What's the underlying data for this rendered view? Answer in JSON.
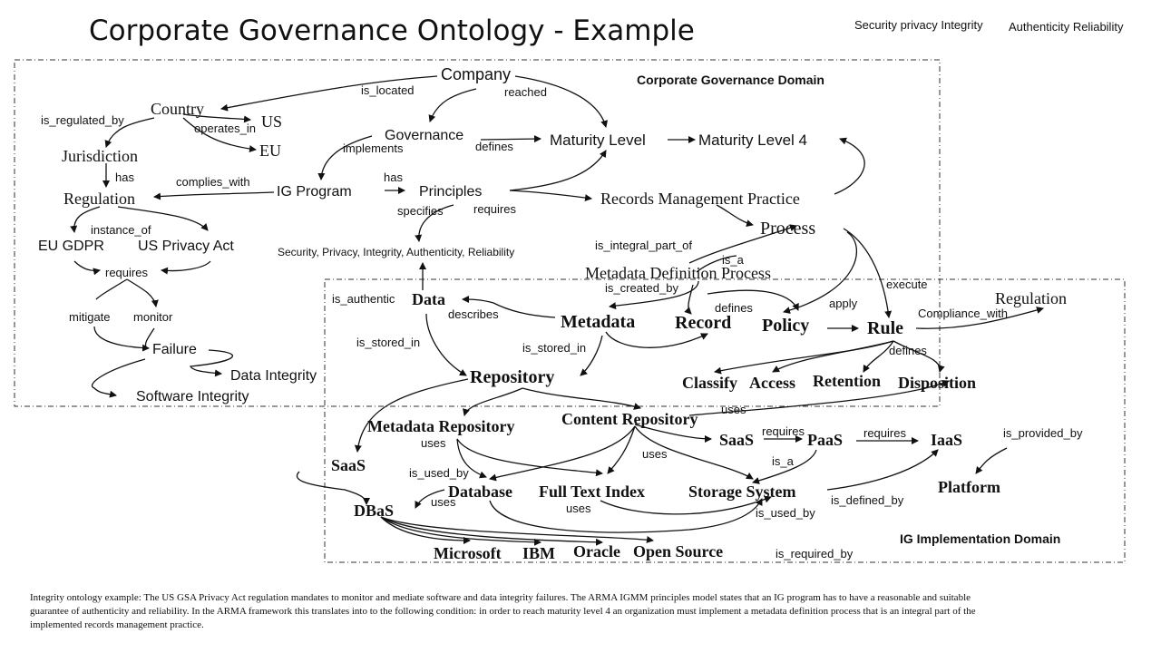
{
  "title": "Corporate Governance Ontology - Example",
  "top_right_left": "Security privacy Integrity",
  "top_right_right": "Authenticity Reliability",
  "domains": {
    "corporate": "Corporate Governance Domain",
    "implementation": "IG Implementation Domain"
  },
  "nodes": {
    "company": "Company",
    "country": "Country",
    "us": "US",
    "eu": "EU",
    "jurisdiction": "Jurisdiction",
    "regulation_left": "Regulation",
    "eu_gdpr": "EU GDPR",
    "us_privacy_act": "US Privacy Act",
    "failure": "Failure",
    "data_integrity": "Data Integrity",
    "software_integrity": "Software Integrity",
    "governance": "Governance",
    "maturity_level": "Maturity Level",
    "maturity_level_4": "Maturity Level 4",
    "ig_program": "IG Program",
    "principles": "Principles",
    "records_mgmt": "Records Management  Practice",
    "process": "Process",
    "security_list": "Security, Privacy, Integrity, Authenticity, Reliability",
    "metadata_def_process": "Metadata  Definition Process",
    "data": "Data",
    "metadata": "Metadata",
    "record": "Record",
    "policy": "Policy",
    "rule": "Rule",
    "regulation_right": "Regulation",
    "repository": "Repository",
    "classify": "Classify",
    "access": "Access",
    "retention": "Retention",
    "disposition": "Disposition",
    "metadata_repository": "Metadata  Repository",
    "content_repository": "Content  Repository",
    "saas_left": "SaaS",
    "saas_right": "SaaS",
    "paas": "PaaS",
    "iaas": "IaaS",
    "platform": "Platform",
    "database": "Database",
    "full_text_index": "Full Text Index",
    "storage_system": "Storage System",
    "dbas": "DBaS",
    "microsoft": "Microsoft",
    "ibm": "IBM",
    "oracle": "Oracle",
    "open_source": "Open Source"
  },
  "edge_labels": {
    "is_located": "is_located",
    "reached": "reached",
    "is_regulated_by": "is_regulated_by",
    "operates_in": "operates_in",
    "implements": "implements",
    "defines_gov": "defines",
    "has_jur": "has",
    "complies_with": "complies_with",
    "has_ig": "has",
    "instance_of": "instance_of",
    "specifies": "specifies",
    "requires_princ": "requires",
    "requires_reg": "requires",
    "is_integral_part_of": "is_integral_part_of",
    "is_a_proc": "is_a",
    "mitigate": "mitigate",
    "monitor": "monitor",
    "is_authentic": "is_authentic",
    "is_created_by": "is_created_by",
    "defines_meta": "defines",
    "apply": "apply",
    "execute": "execute",
    "describes": "describes",
    "compliance_with": "Compliance_with",
    "is_stored_in_data": "is_stored_in",
    "is_stored_in_meta": "is_stored_in",
    "defines_rule": "defines",
    "uses_content": "uses",
    "requires_saas": "requires",
    "requires_paas": "requires",
    "is_provided_by": "is_provided_by",
    "uses_meta_repo": "uses",
    "uses_content2": "uses",
    "is_a_storage": "is_a",
    "is_used_by_db": "is_used_by",
    "uses_db": "uses",
    "is_defined_by": "is_defined_by",
    "uses_fti": "uses",
    "is_used_by_storage": "is_used_by",
    "is_required_by": "is_required_by"
  },
  "caption": "Integrity ontology example:  The US  GSA  Privacy  Act regulation mandates to monitor and mediate software and data integrity failures.  The ARMA IGMM principles model states that an IG program  has to have a reasonable and suitable guarantee of authenticity and reliability.  In  the ARMA framework  this translates into to the following  condition: in order to reach maturity  level 4 an organization must implement  a metadata definition process that is an integral part of the implemented  records management  practice."
}
